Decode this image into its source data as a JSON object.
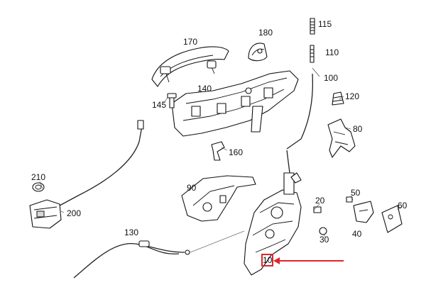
{
  "diagram": {
    "callouts": {
      "p10": "10",
      "p20": "20",
      "p30": "30",
      "p40": "40",
      "p50": "50",
      "p60": "60",
      "p80": "80",
      "p90": "90",
      "p100": "100",
      "p110": "110",
      "p115": "115",
      "p120": "120",
      "p130": "130",
      "p140": "140",
      "p145": "145",
      "p160": "160",
      "p170": "170",
      "p180": "180",
      "p200": "200",
      "p210": "210"
    },
    "highlighted_callout": "10",
    "highlight_color": "#e0242b",
    "line_color": "#111111"
  }
}
